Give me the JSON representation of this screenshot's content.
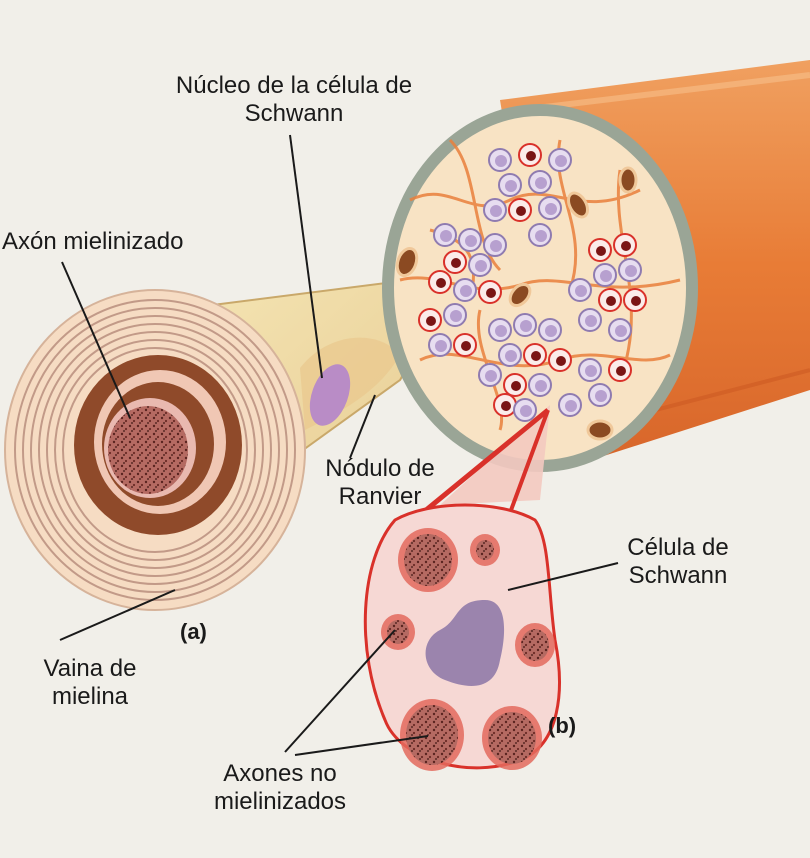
{
  "labels": {
    "schwann_nucleus": [
      "Núcleo de la célula de",
      "Schwann"
    ],
    "myelinated_axon": "Axón mielinizado",
    "node_of_ranvier": [
      "Nódulo de",
      "Ranvier"
    ],
    "schwann_cell": [
      "Célula de",
      "Schwann"
    ],
    "myelin_sheath": [
      "Vaina de",
      "mielina"
    ],
    "unmyelinated_axons": [
      "Axones no",
      "mielinizados"
    ]
  },
  "panel_tags": {
    "a": "(a)",
    "b": "(b)"
  },
  "colors": {
    "myelin_light": "#f6dcc3",
    "myelin_dark": "#8f4a2a",
    "axon_pink": "#e9b9b0",
    "fascicle_border": "#9aa596",
    "fascicle_fill": "#f8e3c4",
    "nerve_orange": "#e9803c",
    "red_outline": "#d9312a",
    "violet": "#b7a0cf"
  }
}
